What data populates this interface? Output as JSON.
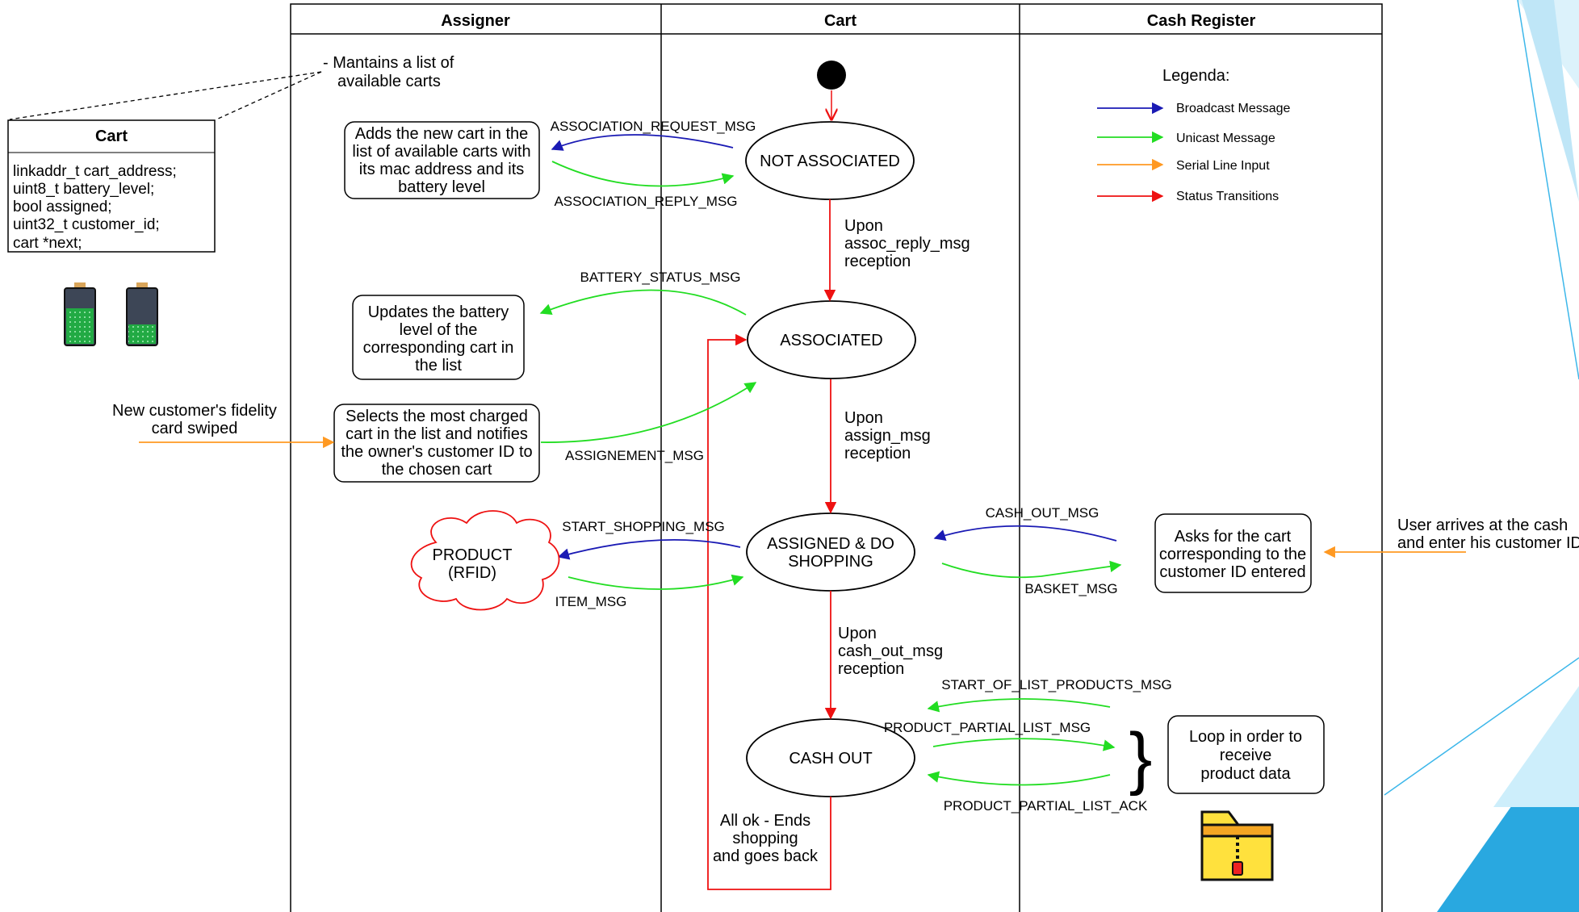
{
  "lanes": [
    "Assigner",
    "Cart",
    "Cash Register"
  ],
  "states": {
    "not_associated": "NOT ASSOCIATED",
    "associated": "ASSOCIATED",
    "assigned": [
      "ASSIGNED & DO",
      "SHOPPING"
    ],
    "cash_out": "CASH OUT"
  },
  "transitions": {
    "t1": [
      "Upon",
      "assoc_reply_msg",
      "reception"
    ],
    "t2": [
      "Upon",
      "assign_msg",
      "reception"
    ],
    "t3": [
      "Upon",
      "cash_out_msg",
      "reception"
    ],
    "t4": [
      "All ok - Ends",
      "shopping",
      "and goes back"
    ]
  },
  "messages": {
    "association_request": "ASSOCIATION_REQUEST_MSG",
    "association_reply": "ASSOCIATION_REPLY_MSG",
    "battery_status": "BATTERY_STATUS_MSG",
    "assignement": "ASSIGNEMENT_MSG",
    "start_shopping": "START_SHOPPING_MSG",
    "item": "ITEM_MSG",
    "cash_out": "CASH_OUT_MSG",
    "basket": "BASKET_MSG",
    "start_of_list": "START_OF_LIST_PRODUCTS_MSG",
    "partial_list": "PRODUCT_PARTIAL_LIST_MSG",
    "partial_ack": "PRODUCT_PARTIAL_LIST_ACK"
  },
  "assigner_boxes": {
    "add_cart": [
      "Adds the new cart in the",
      "list of available carts with",
      "its mac address and its",
      "battery level"
    ],
    "update_battery": [
      "Updates the battery",
      "level of the",
      "corresponding cart in",
      "the list"
    ],
    "select_cart": [
      "Selects the most charged",
      "cart in the list and notifies",
      "the owner's customer ID to",
      "the chosen cart"
    ]
  },
  "product": [
    "PRODUCT",
    "(RFID)"
  ],
  "cash_boxes": {
    "ask_cart": [
      "Asks for the cart",
      "corresponding to the",
      "customer ID entered"
    ],
    "loop": [
      "Loop in order to",
      "receive",
      "product data"
    ]
  },
  "note": [
    "- Mantains a list of",
    "available carts"
  ],
  "cart_struct": {
    "title": "Cart",
    "fields": [
      "linkaddr_t  cart_address;",
      "uint8_t  battery_level;",
      "bool assigned;",
      "uint32_t  customer_id;",
      "cart *next;"
    ]
  },
  "inputs": {
    "fidelity": [
      "New customer's fidelity",
      "card swiped"
    ],
    "user_cash": [
      "User arrives at the cash",
      "and enter his customer ID"
    ]
  },
  "legend": {
    "title": "Legenda:",
    "items": [
      {
        "label": "Broadcast Message",
        "color": "#1a1ab4"
      },
      {
        "label": "Unicast Message",
        "color": "#22dd22"
      },
      {
        "label": "Serial Line Input",
        "color": "#ff9922"
      },
      {
        "label": "Status Transitions",
        "color": "#ee1111"
      }
    ]
  },
  "brace": "}",
  "colors": {
    "broadcast": "#1a1ab4",
    "unicast": "#22dd22",
    "serial": "#ff9922",
    "transition": "#ee1111",
    "accent": "#3db7ea"
  }
}
